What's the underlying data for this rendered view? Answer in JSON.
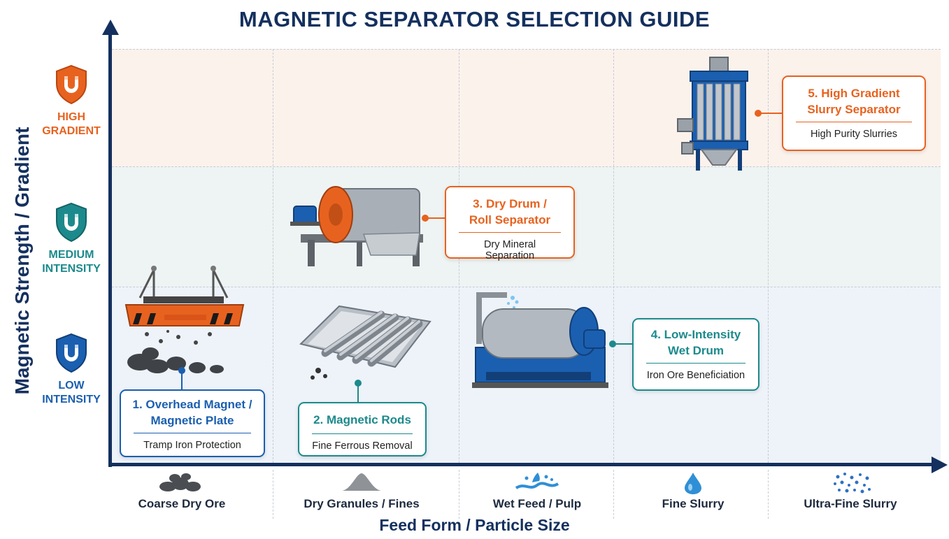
{
  "title": "MAGNETIC SEPARATOR SELECTION GUIDE",
  "y_axis_title": "Magnetic Strength / Gradient",
  "x_axis_title": "Feed Form / Particle Size",
  "levels": [
    {
      "line1": "HIGH",
      "line2": "GRADIENT",
      "color": "#e8621f"
    },
    {
      "line1": "MEDIUM",
      "line2": "INTENSITY",
      "color": "#1c8a8c"
    },
    {
      "line1": "LOW",
      "line2": "INTENSITY",
      "color": "#1b5fb0"
    }
  ],
  "feed_forms": [
    {
      "label": "Coarse Dry Ore",
      "icon": "rock-pile-icon"
    },
    {
      "label": "Dry Granules / Fines",
      "icon": "sand-pile-icon"
    },
    {
      "label": "Wet Feed / Pulp",
      "icon": "water-splash-icon"
    },
    {
      "label": "Fine Slurry",
      "icon": "droplet-icon"
    },
    {
      "label": "Ultra-Fine Slurry",
      "icon": "dots-icon"
    }
  ],
  "separators": [
    {
      "title1": "1. Overhead Magnet /",
      "title2": "Magnetic Plate",
      "subtitle": "Tramp Iron Protection",
      "color": "#1b5fb0"
    },
    {
      "title1": "2. Magnetic Rods",
      "title2": "",
      "subtitle": "Fine Ferrous Removal",
      "color": "#1c8a8c"
    },
    {
      "title1": "3. Dry Drum /",
      "title2": "Roll Separator",
      "subtitle": "Dry Mineral Separation",
      "color": "#e8621f"
    },
    {
      "title1": "4. Low-Intensity",
      "title2": "Wet Drum",
      "subtitle": "Iron Ore Beneficiation",
      "color": "#1c8a8c"
    },
    {
      "title1": "5. High Gradient",
      "title2": "Slurry Separator",
      "subtitle": "High Purity Slurries",
      "color": "#e8621f"
    }
  ],
  "colors": {
    "navy": "#14305e",
    "orange": "#e8621f",
    "teal": "#1c8a8c",
    "blue": "#1b5fb0"
  }
}
